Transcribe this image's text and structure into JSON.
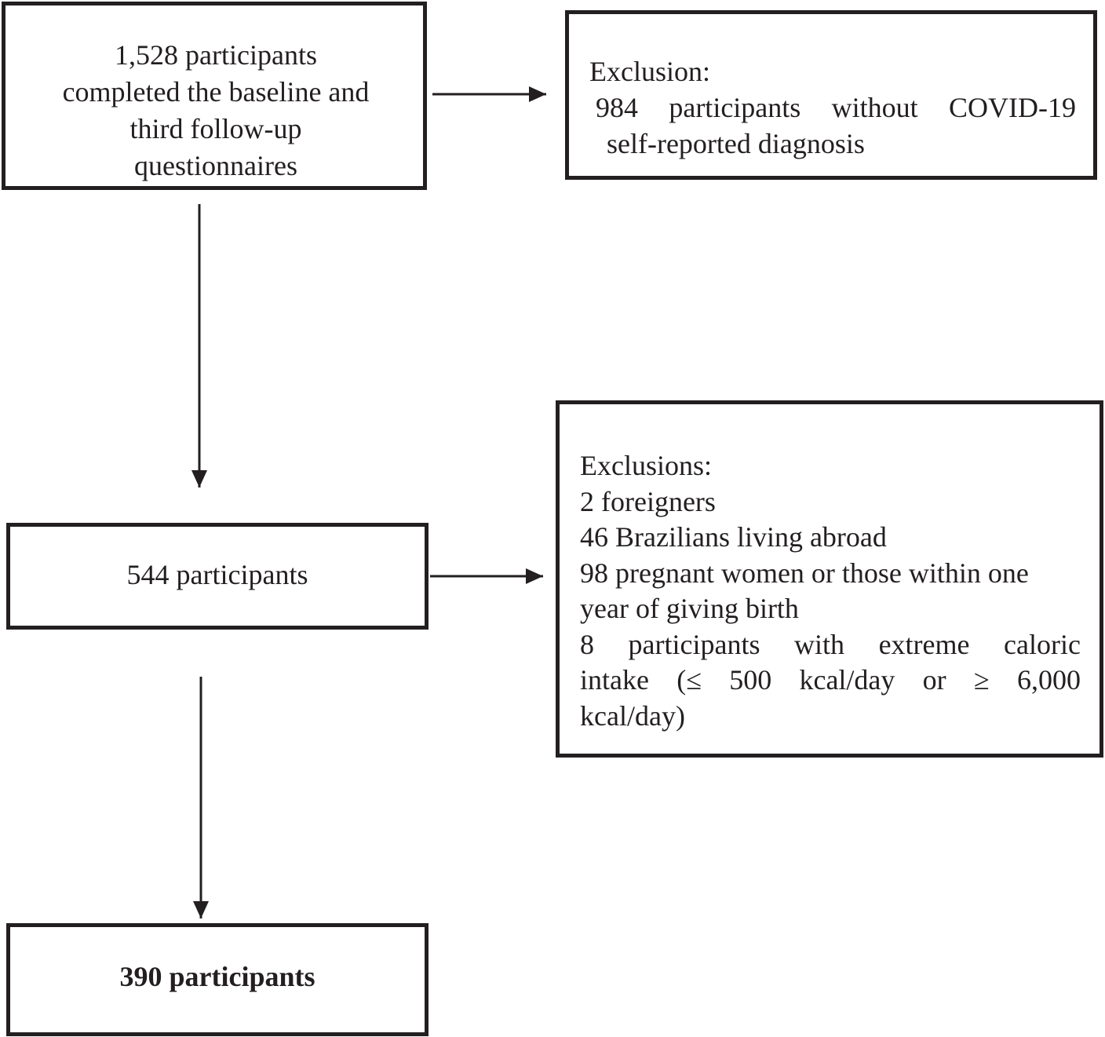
{
  "boxes": {
    "start": {
      "lines": [
        "1,528 participants",
        "completed the baseline and",
        "third follow-up",
        "questionnaires"
      ]
    },
    "exclusion_1": {
      "heading": "Exclusion:",
      "line1_words": [
        "984",
        "participants",
        "without",
        "COVID-19"
      ],
      "line2": "self-reported diagnosis"
    },
    "middle": {
      "label": "544 participants"
    },
    "exclusion_2": {
      "heading": "Exclusions:",
      "item1": "2 foreigners",
      "item2": "46 Brazilians living abroad",
      "item3_line1": "98 pregnant women or those within one",
      "item3_line2": "year of giving birth",
      "item4_line1_words": [
        "8",
        "participants",
        "with",
        "extreme",
        "caloric"
      ],
      "item4_line2_words": [
        "intake",
        "(≤",
        "500",
        "kcal/day",
        "or",
        "≥",
        "6,000"
      ],
      "item4_line3": "kcal/day)"
    },
    "final": {
      "label": "390 participants"
    }
  },
  "colors": {
    "ink": "#231f20",
    "background": "#ffffff"
  }
}
